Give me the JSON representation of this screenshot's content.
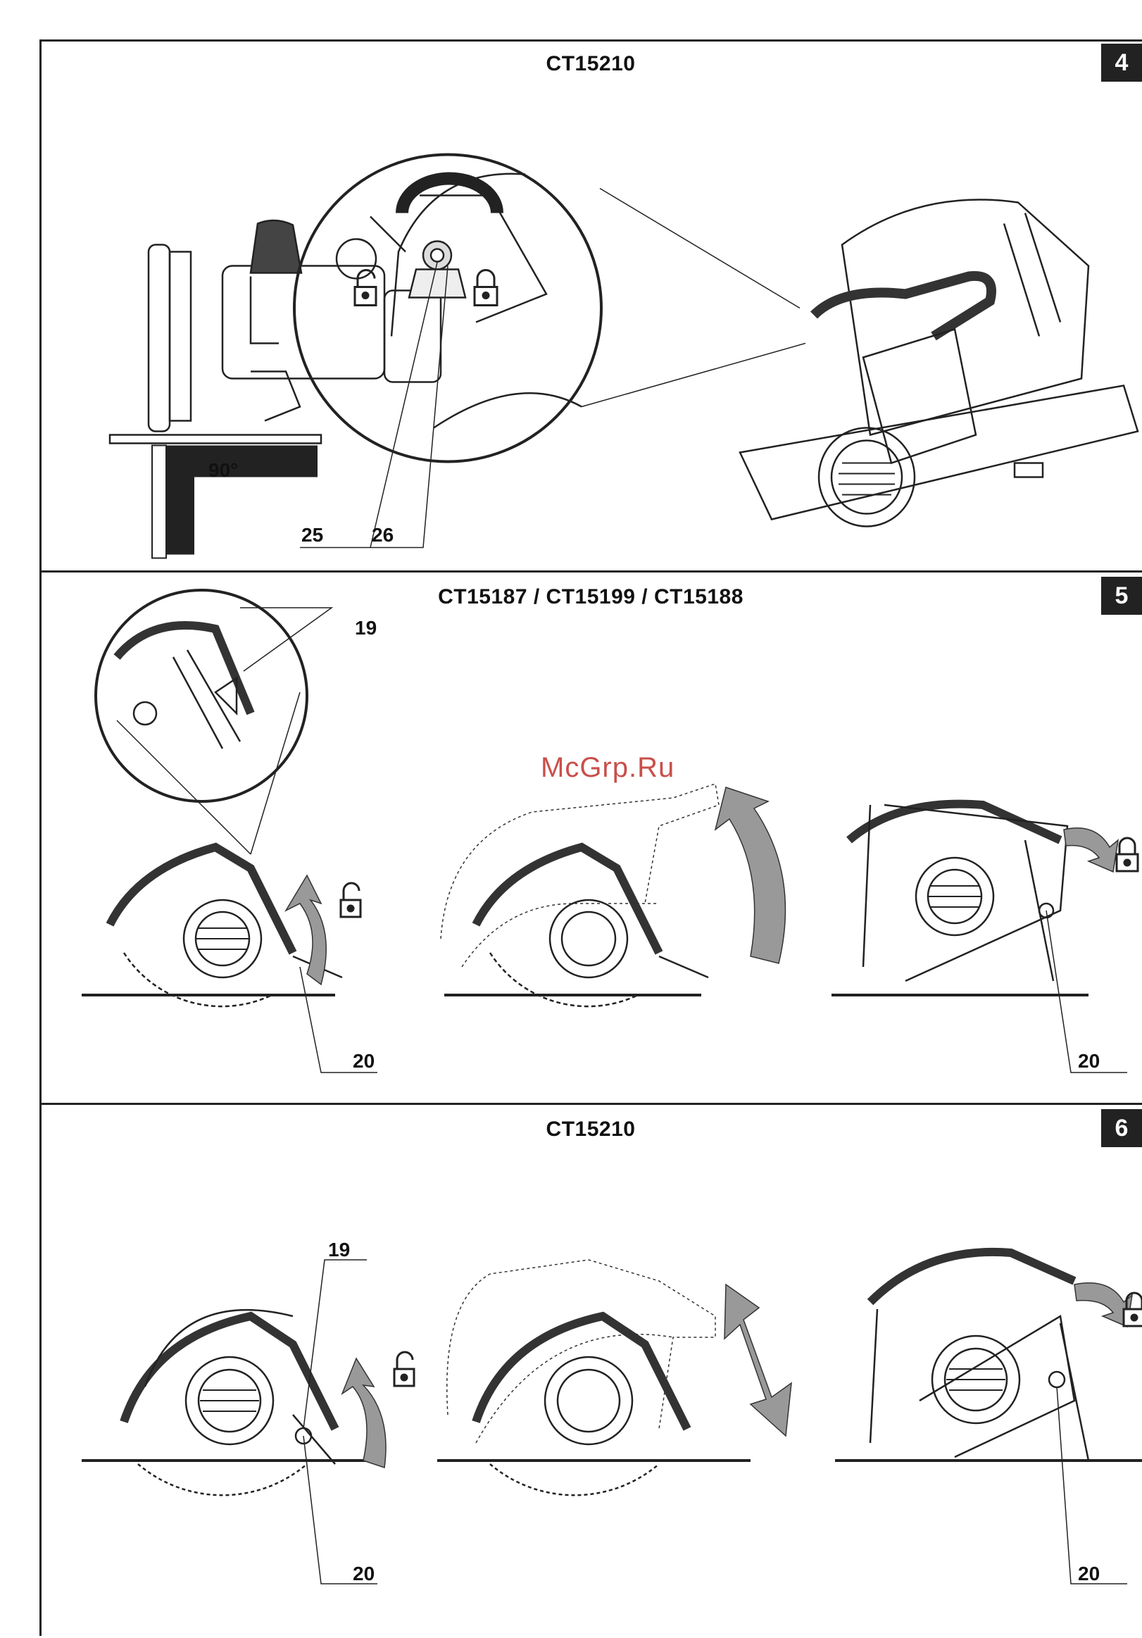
{
  "panels": [
    {
      "number": "4",
      "title": "CT15210",
      "labels": {
        "angle": "90°",
        "a": "25",
        "b": "26"
      }
    },
    {
      "number": "5",
      "title": "CT15187 / CT15199 / CT15188",
      "labels": {
        "a": "19",
        "b": "20",
        "c": "20"
      }
    },
    {
      "number": "6",
      "title": "CT15210",
      "labels": {
        "a": "19",
        "b": "20",
        "c": "20"
      }
    }
  ],
  "watermark": "McGrp.Ru"
}
